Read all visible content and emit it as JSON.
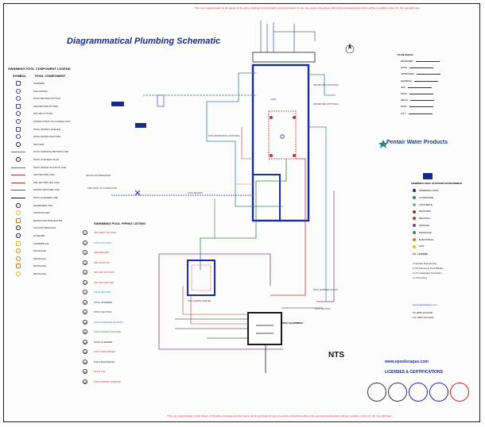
{
  "title": "Diagrammatical Plumbing Schematic",
  "top_note": "This is an original design by the drawer of this plans, drawings and information herein submitted for use. Any person using these without the expressed authorization will be in violation of the U.S. Intl Copyright laws",
  "bottom_note": "This is an original design by the drawer of this plans, drawings and information herein submitted for use. Any person using these without the expressed authorization will be in violation of the U.S. Intl Copyright laws",
  "legend": {
    "title": "SWIMMING POOL COMPONENT LEGEND",
    "col_symbol": "SYMBOL",
    "col_component": "POOL COMPONENT",
    "items": [
      {
        "label": "SKIMMER",
        "icon": "skimmer-icon",
        "color": "#3a3aa0"
      },
      {
        "label": "MAIN DRAIN",
        "icon": "main-drain-icon",
        "color": "#3a3aa0"
      },
      {
        "label": "POOL RETURN FITTING",
        "icon": "return-icon",
        "color": "#3a3aa0"
      },
      {
        "label": "SPA RETURN FITTING",
        "icon": "spa-return-icon",
        "color": "#3a3aa0"
      },
      {
        "label": "SPA JET FITTING",
        "icon": "spa-jet-icon",
        "color": "#3a3aa0"
      },
      {
        "label": "WATER POINT OF CONNECTION",
        "icon": "water-poc-icon",
        "color": "#3a3aa0"
      },
      {
        "label": "POOL WATER LEVELER",
        "icon": "leveler-icon",
        "color": "#3a3aa0"
      },
      {
        "label": "POOL WATER FEATURE",
        "icon": "water-feature-icon",
        "color": "#3a3aa0"
      },
      {
        "label": "SPA DAM",
        "icon": "spa-dam-icon",
        "color": "#1a1a1a"
      },
      {
        "label": "POOL SURFACE RETURN LINE",
        "icon": "surface-return-line",
        "color": "#2a8a8a"
      },
      {
        "label": "POOL CLEANER INLET",
        "icon": "cleaner-inlet-icon",
        "color": "#1a1a1a"
      },
      {
        "label": "POOL WATER SUCTION LINE",
        "icon": "suction-line",
        "color": "#2a8a8a"
      },
      {
        "label": "SPA RETURN LINE",
        "icon": "spa-line",
        "color": "#c03030"
      },
      {
        "label": "SPA JET RETURN LINE",
        "icon": "spa-jet-line",
        "color": "#c03030"
      },
      {
        "label": "WATER FEATURE LINE",
        "icon": "feature-line",
        "color": "#2a8a2a"
      },
      {
        "label": "POOL CLEANER LINE",
        "icon": "cleaner-line",
        "color": "#1a1a1a"
      },
      {
        "label": "EQUIPMENT PAD",
        "icon": "equipment-pad-icon",
        "color": "#1a1a1a"
      },
      {
        "label": "CONTROLLER",
        "icon": "controller-icon",
        "color": "#c8c820"
      },
      {
        "label": "BACKFLOW PREVENTER",
        "icon": "backflow-icon",
        "color": "#e07820"
      },
      {
        "label": "VACUUM BREAKER",
        "icon": "vacuum-breaker-icon",
        "color": "#1a1a1a"
      },
      {
        "label": "HOSE BIB",
        "icon": "hose-bib-icon",
        "color": "#1a1a1a"
      },
      {
        "label": "SKIMMER LID",
        "icon": "skimmer-lid-icon",
        "color": "#c8c820"
      },
      {
        "label": "DRAINAGE",
        "icon": "drainage-icon",
        "color": "#e07820"
      },
      {
        "label": "DRAINAGE",
        "icon": "drainage2-icon",
        "color": "#e07820"
      },
      {
        "label": "DRAINAGE",
        "icon": "drainage3-icon",
        "color": "#e07820"
      },
      {
        "label": "DRAINAGE",
        "icon": "drainage4-icon",
        "color": "#c8c820"
      }
    ]
  },
  "piping": {
    "title": "SWIMMING POOL PIPING LISTING",
    "items": [
      {
        "num": "1",
        "label": "SPA HEAT SUCTION",
        "color": "#c03030"
      },
      {
        "num": "2",
        "label": "POOL SUCTION",
        "color": "#2a8a8a"
      },
      {
        "num": "3",
        "label": "SPA RETURN",
        "color": "#c03030"
      },
      {
        "num": "4",
        "label": "SPA SUCTION",
        "color": "#c03030"
      },
      {
        "num": "5",
        "label": "SPA JET SUCTION",
        "color": "#c03030"
      },
      {
        "num": "6",
        "label": "SPA JET RETURN",
        "color": "#c03030"
      },
      {
        "num": "7",
        "label": "POOL RETURN",
        "color": "#2a8a8a"
      },
      {
        "num": "8",
        "label": "POOL SKIMMER",
        "color": "#1a2a8a"
      },
      {
        "num": "9",
        "label": "POOL SUCTION",
        "color": "#1a1a1a"
      },
      {
        "num": "10",
        "label": "POOL SURFACE RETURN",
        "color": "#2a8a8a"
      },
      {
        "num": "11",
        "label": "POOL WATER FEATURE",
        "color": "#2a8a2a"
      },
      {
        "num": "12",
        "label": "POOL CLEANER",
        "color": "#1a1a1a"
      },
      {
        "num": "13",
        "label": "POOL MAIN DRAIN",
        "color": "#c03030"
      },
      {
        "num": "14",
        "label": "POOL BACKWASH",
        "color": "#1a1a1a"
      },
      {
        "num": "15",
        "label": "POOL FILL",
        "color": "#c03030"
      },
      {
        "num": "16",
        "label": "POOL WATER LEVELER",
        "color": "#c03030"
      }
    ]
  },
  "plan_check": {
    "title": "PLAN CHECK",
    "lines": [
      "DESIGNER",
      "DATE",
      "APPROVED",
      "GENERAL",
      "SPA",
      "POOL",
      "MECH",
      "ELEC",
      "CITY"
    ]
  },
  "environment": {
    "title": "SWIMMING POOL OUTDOOR ENVIRONMENT",
    "items": [
      {
        "label": "SWIMMING POOL",
        "color": "#1a2a8a"
      },
      {
        "label": "LANDSCAPE",
        "color": "#2a8a2a"
      },
      {
        "label": "CONCRETE",
        "color": "#a0a0a0"
      },
      {
        "label": "MASONRY",
        "color": "#8a3a1a"
      },
      {
        "label": "DECKING",
        "color": "#c03030"
      },
      {
        "label": "FENCING",
        "color": "#7a3aa0"
      },
      {
        "label": "DRAINAGE",
        "color": "#2a8a8a"
      },
      {
        "label": "ELECTRICAL",
        "color": "#e07820"
      },
      {
        "label": "GAS",
        "color": "#c8c820"
      }
    ]
  },
  "labels": {
    "nts": "NTS",
    "pentair": "Pentair Water Products",
    "pool_equipment": "POOL EQUIPMENT",
    "website": "www.epoolscapes.com",
    "licenses": "LICENSES & CERTIFICATIONS",
    "pool_skimmer_option": "POOL SKIMMER OPTION",
    "spa_return_1": "SPA RETURN (OPTIONAL)",
    "spa_return_2": "SPA RETURN (OPTIONAL)",
    "pool_water_bath": "POOL WATER BATH (OPTIONAL)",
    "loop": "LOOP",
    "pool_return": "POOL RETURN",
    "pool_suction": "POOL SUCTION",
    "backflow": "BACKFLOW PREVENTER",
    "point_of_connection": "PIPE POINT OF CONNECTION",
    "water_leveler": "POOL WATER LEVELER",
    "company": "A Nevada Engineering",
    "license_a": "C-53 Swimming Pool Builder",
    "license_b": "C-27 Landscape Contractor",
    "license_c": "C-13 Fencing",
    "phone": "Tel (888) 000-0000",
    "fax": "Fax (888) 000-0000",
    "contact_url": "www.epoolscapes.com",
    "co_label": "CA. LICENSE"
  },
  "colors": {
    "pool_outline": "#1a2ab0",
    "spa_red": "#c03030",
    "teal": "#2a8a8a",
    "green": "#2a8a2a",
    "purple": "#7a3aa0",
    "orange": "#e07820",
    "yellow": "#c8c820",
    "black": "#1a1a1a"
  }
}
